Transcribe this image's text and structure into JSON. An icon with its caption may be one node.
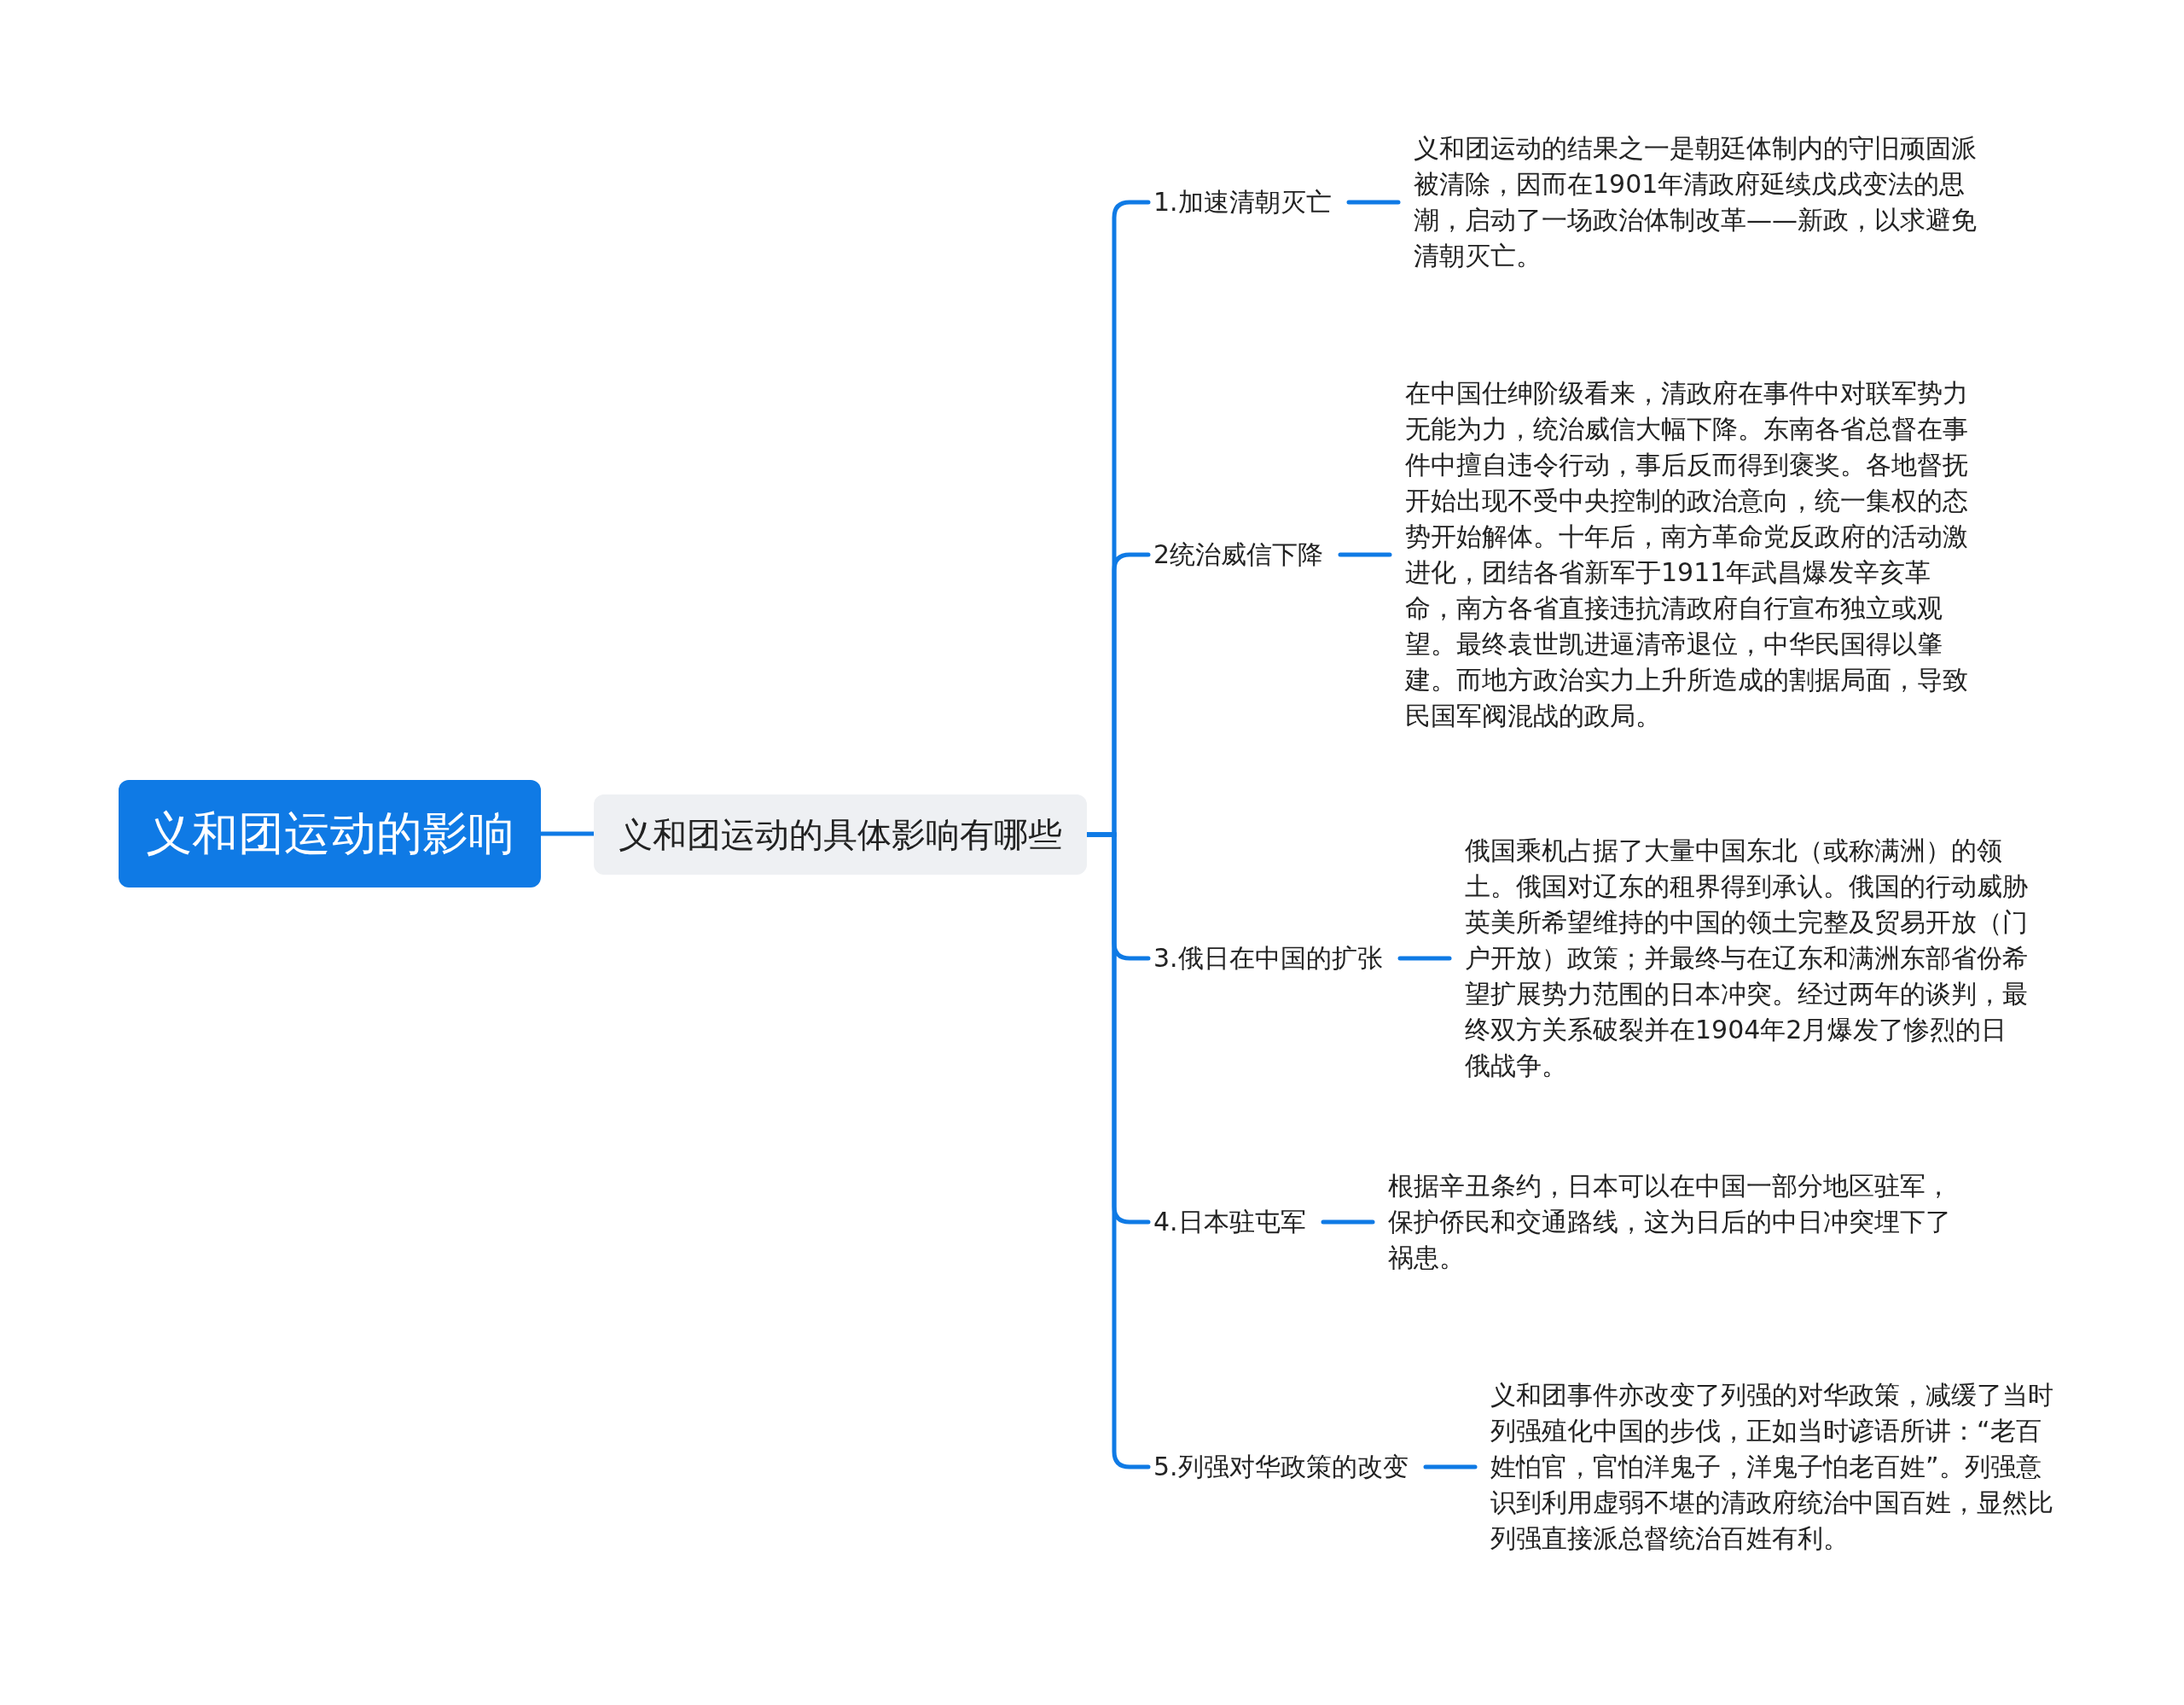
{
  "diagram": {
    "nodes": [
      {
        "text": [
          "义和团运动的影响"
        ]
      },
      {
        "text": [
          "义和团运动的具体影响有哪些"
        ]
      },
      {
        "text": [
          "1.加速清朝灭亡"
        ]
      },
      {
        "text": [
          "义和团运动的结果之一是朝廷体制内的守旧顽固派被清除，因而在1901年清政府延续戊戌变法的思潮，启动了一场政治体制改革——新政，以求避免清朝灭亡。"
        ]
      },
      {
        "text": [
          "2统治威信下降"
        ]
      },
      {
        "text": [
          "在中国仕绅阶级看来，清政府在事件中对联军势力无能为力，统治威信大幅下降。东南各省总督在事件中擅自违令行动，事后反而得到褒奖。各地督抚开始出现不受中央控制的政治意向，统一集权的态势开始解体。十年后，南方革命党反政府的活动激进化，团结各省新军于1911年武昌爆发辛亥革命，南方各省直接违抗清政府自行宣布独立或观望。最终袁世凯进逼清帝退位，中华民国得以肇建。而地方政治实力上升所造成的割据局面，导致民国军阀混战的政局。"
        ]
      },
      {
        "text": [
          "3.俄日在中国的扩张"
        ]
      },
      {
        "text": [
          "俄国乘机占据了大量中国东北（或称满洲）的领土。俄国对辽东的租界得到承认。俄国的行动威胁英美所希望维持的中国的领土完整及贸易开放（门户开放）政策；并最终与在辽东和满洲东部省份希望扩展势力范围的日本冲突。经过两年的谈判，最终双方关系破裂并在1904年2月爆发了惨烈的日俄战争。"
        ]
      },
      {
        "text": [
          "4.日本驻屯军"
        ]
      },
      {
        "text": [
          "根据辛丑条约，日本可以在中国一部分地区驻军，保护侨民和交通路线，这为日后的中日冲突埋下了祸患。"
        ]
      },
      {
        "text": [
          "5.列强对华政策的改变"
        ]
      },
      {
        "text": [
          "义和团事件亦改变了列强的对华政策，减缓了当时列强殖化中国的步伐，正如当时谚语所讲：“老百姓怕官，官怕洋鬼子，洋鬼子怕老百姓”。列强意识到利用虚弱不堪的清政府统治中国百姓，显然比列强直接派总督统治百姓有利。"
        ]
      }
    ],
    "edges": [
      {
        "from": 0,
        "to": 1,
        "arrow": "none"
      },
      {
        "from": 1,
        "to": 2,
        "arrow": "none"
      },
      {
        "from": 1,
        "to": 4,
        "arrow": "none"
      },
      {
        "from": 1,
        "to": 6,
        "arrow": "none"
      },
      {
        "from": 1,
        "to": 8,
        "arrow": "none"
      },
      {
        "from": 1,
        "to": 10,
        "arrow": "none"
      },
      {
        "from": 2,
        "to": 3,
        "arrow": "none"
      },
      {
        "from": 4,
        "to": 5,
        "arrow": "none"
      },
      {
        "from": 6,
        "to": 7,
        "arrow": "none"
      },
      {
        "from": 8,
        "to": 9,
        "arrow": "none"
      },
      {
        "from": 10,
        "to": 11,
        "arrow": "none"
      }
    ]
  }
}
